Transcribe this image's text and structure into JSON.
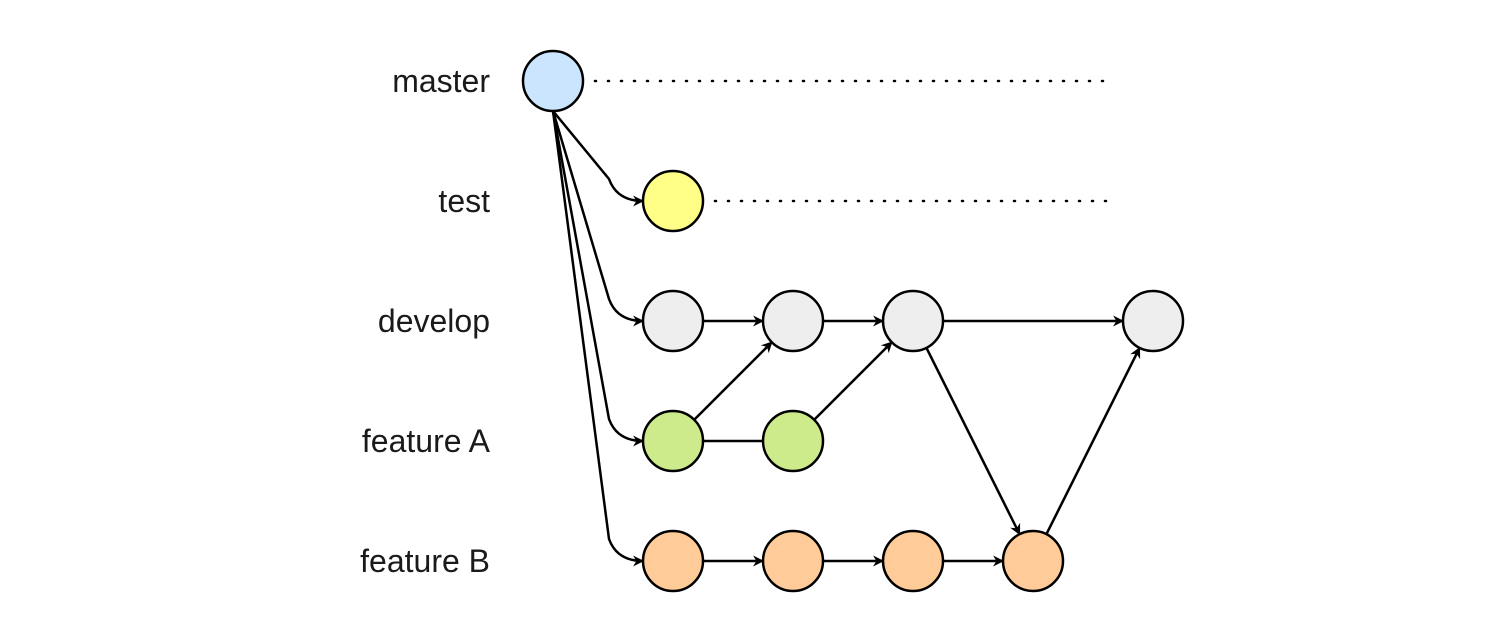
{
  "branches": [
    {
      "id": "master",
      "label": "master",
      "color": "#cce5ff"
    },
    {
      "id": "test",
      "label": "test",
      "color": "#ffff88"
    },
    {
      "id": "develop",
      "label": "develop",
      "color": "#eeeeee"
    },
    {
      "id": "featureA",
      "label": "feature A",
      "color": "#cdeb8b"
    },
    {
      "id": "featureB",
      "label": "feature B",
      "color": "#ffcc99"
    }
  ],
  "commits": [
    {
      "id": "m1",
      "branch": "master",
      "col": 0
    },
    {
      "id": "t1",
      "branch": "test",
      "col": 1
    },
    {
      "id": "d1",
      "branch": "develop",
      "col": 1
    },
    {
      "id": "d2",
      "branch": "develop",
      "col": 2
    },
    {
      "id": "d3",
      "branch": "develop",
      "col": 3
    },
    {
      "id": "d4",
      "branch": "develop",
      "col": 5
    },
    {
      "id": "a1",
      "branch": "featureA",
      "col": 1
    },
    {
      "id": "a2",
      "branch": "featureA",
      "col": 2
    },
    {
      "id": "b1",
      "branch": "featureB",
      "col": 1
    },
    {
      "id": "b2",
      "branch": "featureB",
      "col": 2
    },
    {
      "id": "b3",
      "branch": "featureB",
      "col": 3
    },
    {
      "id": "b4",
      "branch": "featureB",
      "col": 4
    }
  ],
  "edges": [
    {
      "from": "m1",
      "to": "t1",
      "arrow": true,
      "kind": "branch"
    },
    {
      "from": "m1",
      "to": "d1",
      "arrow": true,
      "kind": "branch"
    },
    {
      "from": "m1",
      "to": "a1",
      "arrow": true,
      "kind": "branch"
    },
    {
      "from": "m1",
      "to": "b1",
      "arrow": true,
      "kind": "branch"
    },
    {
      "from": "d1",
      "to": "d2",
      "arrow": true,
      "kind": "straight"
    },
    {
      "from": "d2",
      "to": "d3",
      "arrow": true,
      "kind": "straight"
    },
    {
      "from": "d3",
      "to": "d4",
      "arrow": true,
      "kind": "straight"
    },
    {
      "from": "a1",
      "to": "a2",
      "arrow": false,
      "kind": "straight"
    },
    {
      "from": "a1",
      "to": "d2",
      "arrow": true,
      "kind": "straight"
    },
    {
      "from": "a2",
      "to": "d3",
      "arrow": true,
      "kind": "straight"
    },
    {
      "from": "d3",
      "to": "b4",
      "arrow": true,
      "kind": "straight"
    },
    {
      "from": "b1",
      "to": "b2",
      "arrow": true,
      "kind": "straight"
    },
    {
      "from": "b2",
      "to": "b3",
      "arrow": true,
      "kind": "straight"
    },
    {
      "from": "b3",
      "to": "b4",
      "arrow": true,
      "kind": "straight"
    },
    {
      "from": "b4",
      "to": "d4",
      "arrow": true,
      "kind": "straight"
    }
  ],
  "continuations": [
    {
      "from": "m1"
    },
    {
      "from": "t1"
    }
  ]
}
